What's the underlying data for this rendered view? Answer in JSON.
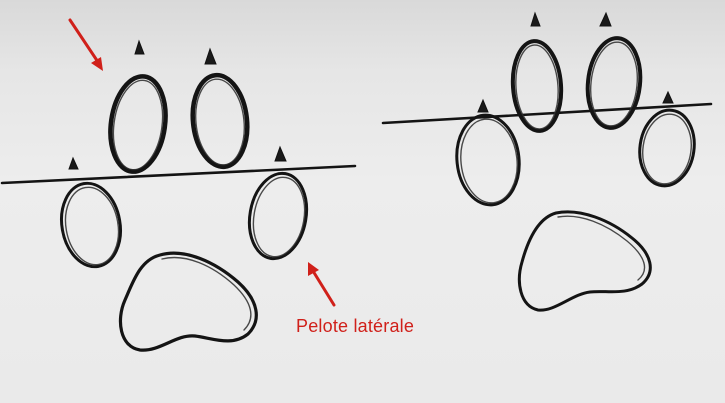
{
  "labels": {
    "lateral_pad": "Pelote latérale",
    "top_cut": "· · ·"
  },
  "colors": {
    "background": "#e9e9e9",
    "ink": "#141414",
    "annotation": "#d0201a"
  },
  "figures": [
    {
      "name": "left-paw-print",
      "line_crosses_digital_pads": false
    },
    {
      "name": "right-paw-print",
      "line_crosses_digital_pads": true
    }
  ]
}
